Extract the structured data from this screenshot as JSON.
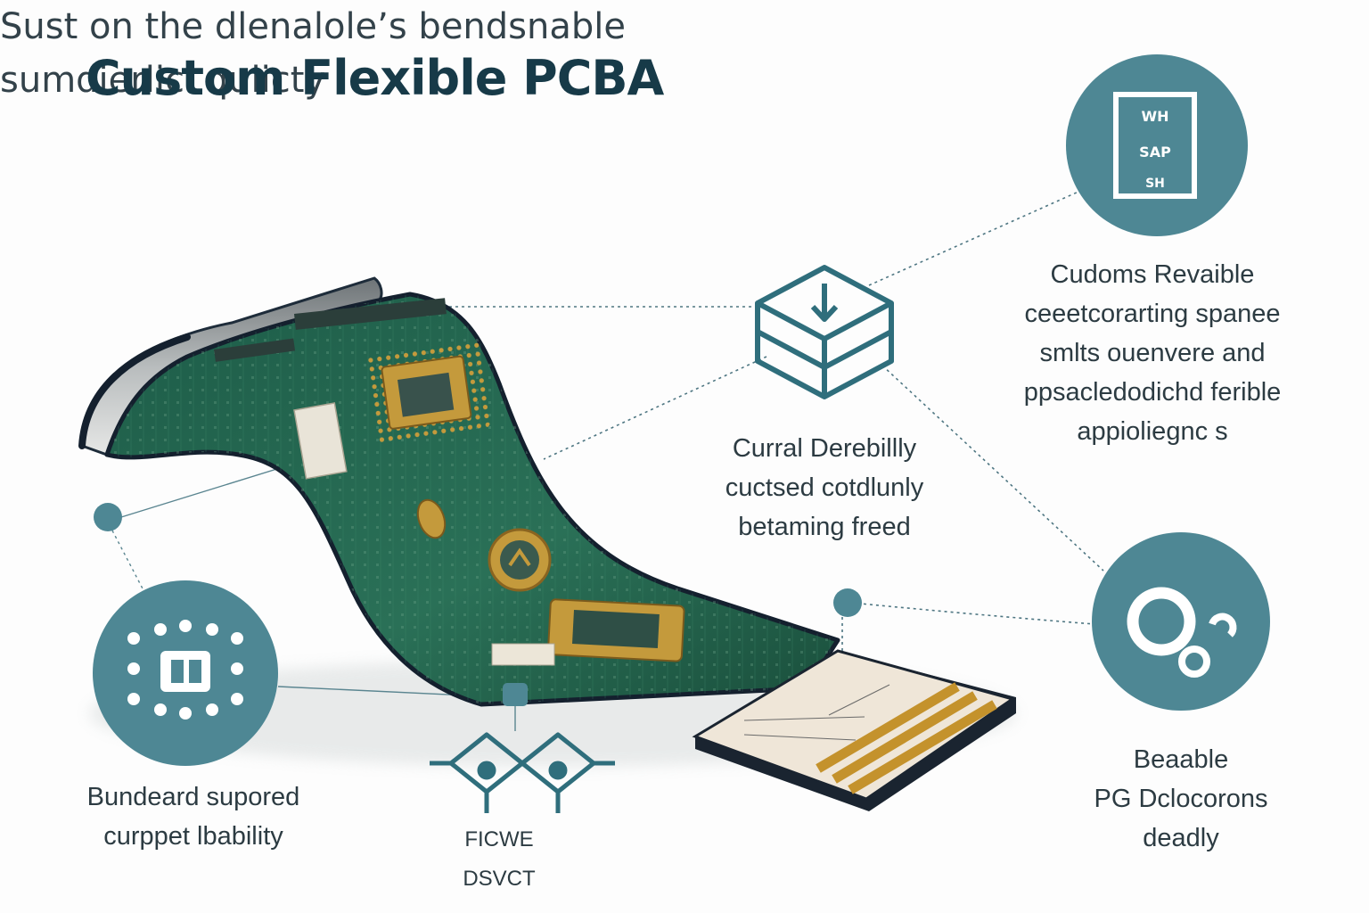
{
  "title": "Custom Flexible PCBA",
  "subtitle": {
    "line1": "Sust on the dlenalole’s bendsnable",
    "line2": "sumdierlicl qulicty"
  },
  "callouts": {
    "top_right": [
      "Cudoms Revaible",
      "ceeetcorarting spanee",
      "smlts ouenvere and",
      "ppsacledodichd ferible",
      "appioliegnc s"
    ],
    "center": [
      "Curral Derebillly",
      "cuctsed cotdlunly",
      "betaming freed"
    ],
    "bottom_left": [
      "Bundeard supored",
      "curppet lbability"
    ],
    "bottom_right": [
      "Beaable",
      "PG Dclocorons",
      "deadly"
    ],
    "bottom_center": [
      "FICWE",
      "DSVCT"
    ]
  },
  "icons": {
    "top_right_circle": "display-panel-icon",
    "center_box": "download-box-icon",
    "bottom_left_circle": "chip-array-icon",
    "bottom_right_circle": "flex-connector-icon",
    "bottom_center": "linked-nodes-icon"
  },
  "badge_text": [
    "WH",
    "SAP",
    "SH"
  ],
  "colors": {
    "teal": "#4e8794",
    "dark_teal": "#2f6774",
    "board_green": "#1f5a44",
    "gold": "#c49a3c",
    "title": "#173a48"
  }
}
